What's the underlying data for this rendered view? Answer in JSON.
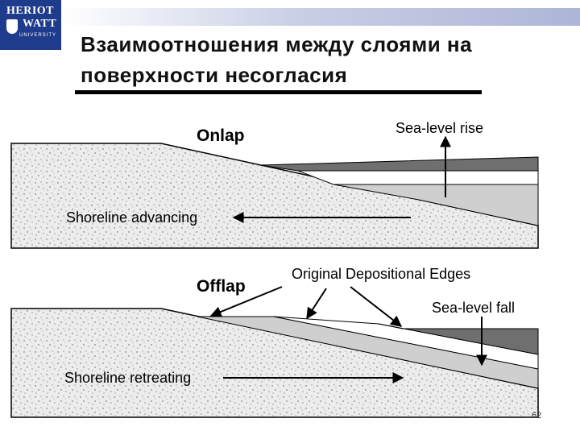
{
  "logo": {
    "line1": "HERIOT",
    "line2": "WATT",
    "line3": "UNIVERSITY"
  },
  "title": {
    "line1": "Взаимоотношения между слоями на",
    "line2": "поверхности несогласия"
  },
  "onlap": {
    "heading": "Onlap",
    "sea_level_label": "Sea-level rise",
    "shoreline_label": "Shoreline advancing"
  },
  "offlap": {
    "heading": "Offlap",
    "edges_label": "Original Depositional Edges",
    "sea_level_label": "Sea-level fall",
    "shoreline_label": "Shoreline retreating"
  },
  "slide_number": "62",
  "colors": {
    "dark_layer": "#6f6f6f",
    "light_layer": "#cfcfcf",
    "speckle_fill": "#ececec",
    "logo_blue": "#1f3c8c"
  }
}
